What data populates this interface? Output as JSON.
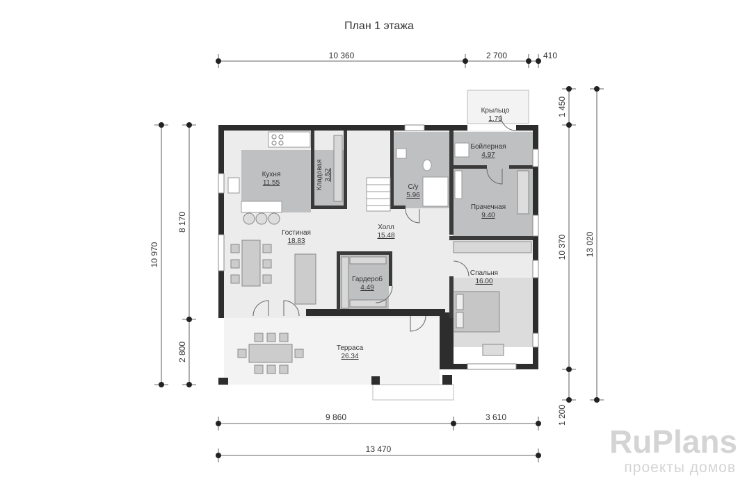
{
  "title": "План 1 этажа",
  "rooms": [
    {
      "id": "kitchen",
      "name": "Кухня",
      "area": "11.55"
    },
    {
      "id": "pantry",
      "name": "Кладовая",
      "area": "3.52"
    },
    {
      "id": "bathroom",
      "name": "С/у",
      "area": "5.96"
    },
    {
      "id": "porch",
      "name": "Крыльцо",
      "area": "1.79"
    },
    {
      "id": "boiler",
      "name": "Бойлерная",
      "area": "4.97"
    },
    {
      "id": "laundry",
      "name": "Прачечная",
      "area": "9.40"
    },
    {
      "id": "living",
      "name": "Гостиная",
      "area": "18.83"
    },
    {
      "id": "hall",
      "name": "Холл",
      "area": "15.48"
    },
    {
      "id": "wardrobe",
      "name": "Гардероб",
      "area": "4.49"
    },
    {
      "id": "bedroom",
      "name": "Спальня",
      "area": "16.00"
    },
    {
      "id": "terrace",
      "name": "Терраса",
      "area": "26.34"
    }
  ],
  "dimensions": {
    "top": [
      "10 360",
      "2 700",
      "410"
    ],
    "bottom_1": [
      "9 860",
      "3 610"
    ],
    "bottom_2": [
      "13 470"
    ],
    "left_outer": [
      "10 970"
    ],
    "left_inner": [
      "8 170",
      "2 800"
    ],
    "right_inner": [
      "1 450",
      "10 370",
      "1 200"
    ],
    "right_outer": [
      "13 020"
    ]
  },
  "brand": {
    "name": "RuPlans",
    "tagline": "проекты домов"
  }
}
